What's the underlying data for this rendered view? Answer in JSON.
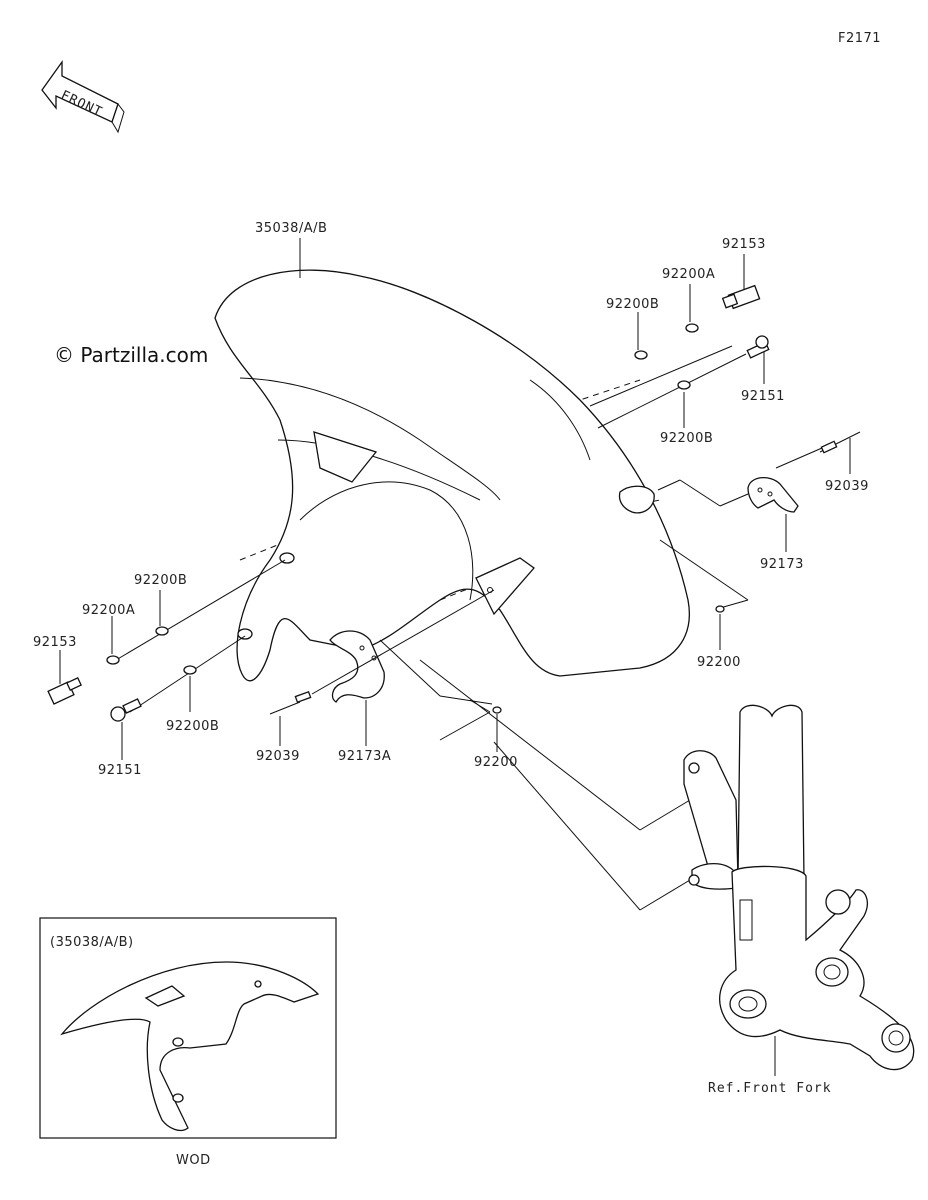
{
  "diagram_code": "F2171",
  "watermark": "© Partzilla.com",
  "front_arrow_label": "FRONT",
  "parts": {
    "fender": "35038/A/B",
    "fitting_bolt_right": "92153",
    "fitting_bolt_left": "92153",
    "washer_a_right": "92200A",
    "washer_b_right_top": "92200B",
    "washer_b_right_low": "92200B",
    "bolt_right": "92151",
    "clamp_wire_right": "92039",
    "clamp_right": "92173",
    "washer_right": "92200",
    "washer_b_left_top": "92200B",
    "washer_a_left": "92200A",
    "washer_b_left_low": "92200B",
    "bolt_left": "92151",
    "clamp_wire_left": "92039",
    "clamp_left": "92173A",
    "washer_center": "92200"
  },
  "reference_note": "Ref.Front Fork",
  "inset": {
    "caption": "(35038/A/B)",
    "variant_label": "WOD"
  },
  "colors": {
    "line": "#111111",
    "background": "#ffffff"
  }
}
